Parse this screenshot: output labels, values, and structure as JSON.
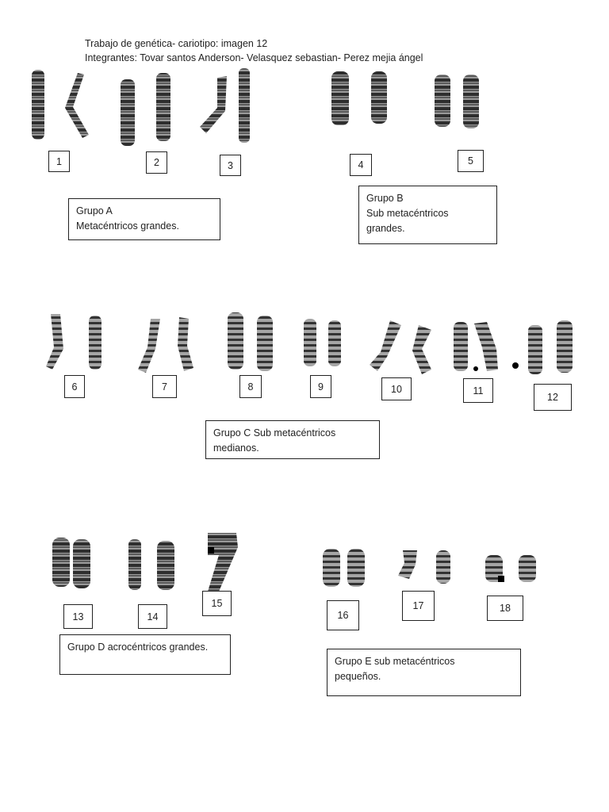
{
  "header": {
    "line1": "Trabajo de genética- cariotipo: imagen 12",
    "line2": "Integrantes: Tovar santos Anderson- Velasquez sebastian- Perez mejia ángel"
  },
  "numbers": [
    "1",
    "2",
    "3",
    "4",
    "5",
    "6",
    "7",
    "8",
    "9",
    "10",
    "11",
    "12",
    "13",
    "14",
    "15",
    "16",
    "17",
    "18"
  ],
  "groups": {
    "a": {
      "line1": "Grupo A",
      "line2": "Metacéntricos grandes."
    },
    "b": {
      "line1": "Grupo B",
      "line2": "Sub metacéntricos",
      "line3": "grandes."
    },
    "c": {
      "line1": "Grupo C Sub metacéntricos",
      "line2": "medianos."
    },
    "d": {
      "line1": "Grupo D acrocéntricos grandes."
    },
    "e": {
      "line1": "Grupo E sub metacéntricos",
      "line2": "pequeños."
    }
  }
}
